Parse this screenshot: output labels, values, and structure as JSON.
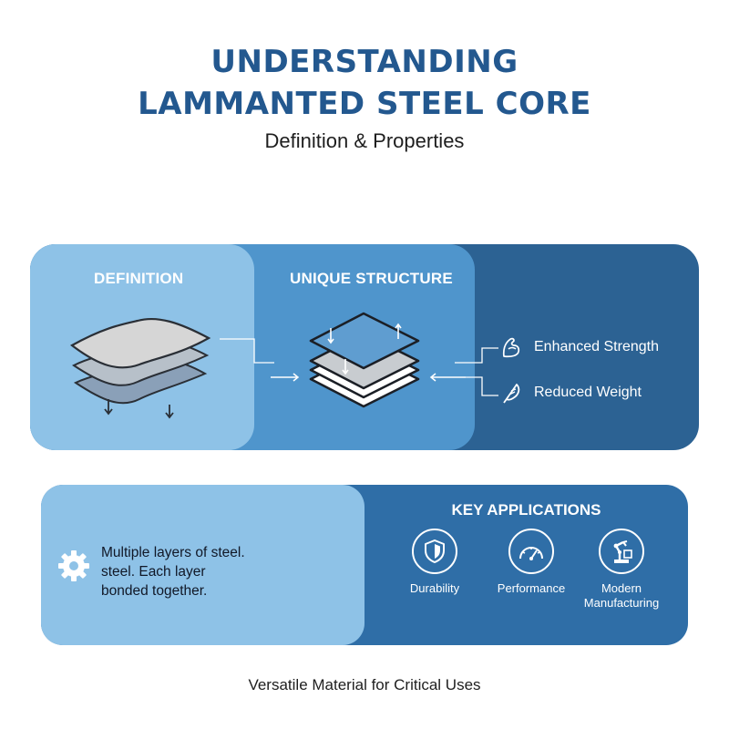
{
  "header": {
    "title_line1": "UNDERSTANDING",
    "title_line2": "LAMMANTED STEEL CORE",
    "subtitle": "Definition & Properties"
  },
  "top_panel": {
    "definition_heading": "DEFINITION",
    "structure_heading": "UNIQUE STRUCTURE",
    "benefits": [
      {
        "icon": "flexed-arm-icon",
        "label": "Enhanced Strength"
      },
      {
        "icon": "feather-icon",
        "label": "Reduced Weight"
      }
    ]
  },
  "bottom_panel": {
    "description": [
      "Multiple layers of steel.",
      "steel. Each layer",
      "bonded together."
    ],
    "applications_heading": "KEY APPLICATIONS",
    "applications": [
      {
        "icon": "shield-icon",
        "label": "Durability"
      },
      {
        "icon": "speedometer-icon",
        "label": "Performance"
      },
      {
        "icon": "robot-arm-icon",
        "label_line1": "Modern",
        "label_line2": "Manufacturing"
      }
    ]
  },
  "footer": {
    "text": "Versatile Material for Critical Uses"
  },
  "colors": {
    "title": "#23588f",
    "pane_light": "#8ec2e7",
    "pane_mid": "#4f95cc",
    "pane_dark": "#2c6293",
    "apps_dark": "#2f6ea7"
  }
}
